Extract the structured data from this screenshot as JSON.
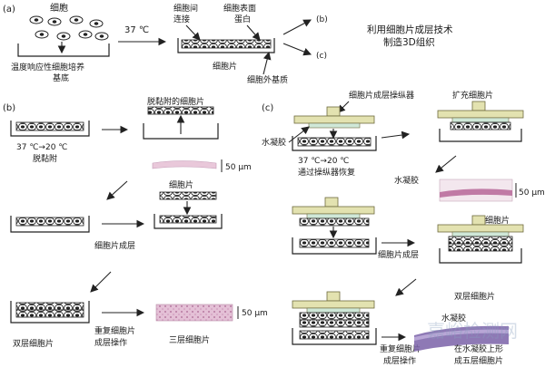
{
  "panel_a": {
    "tag": "(a)",
    "cells": "细胞",
    "substrate": "温度响应性细胞培养基底",
    "temp": "37 ℃",
    "cell_junction": "细胞间连接",
    "surface_protein": "细胞表面蛋白",
    "cell_sheet": "细胞片",
    "ecm": "细胞外基质",
    "to_b": "(b)",
    "to_c": "(c)",
    "summary": "利用细胞片成层技术制造3D组织"
  },
  "panel_b": {
    "tag": "(b)",
    "temp_shift": "37 ℃→20 ℃",
    "detach": "脱黏附",
    "detached_sheet": "脱黏附的细胞片",
    "scale_50": "50 μm",
    "cell_sheet": "细胞片",
    "layering": "细胞片成层",
    "double_sheet": "双层细胞片",
    "repeat": "重复细胞片成层操作",
    "triple_sheet": "三层细胞片",
    "scale_50b": "50 μm"
  },
  "panel_c": {
    "tag": "(c)",
    "manipulator": "细胞片成层操纵器",
    "expanded": "扩充细胞片",
    "hydrogel": "水凝胶",
    "temp_shift": "37 ℃→20 ℃",
    "recover": "通过操纵器恢复",
    "hydrogel2": "水凝胶",
    "scale_50": "50 μm",
    "cell_sheet": "细胞片",
    "layering": "细胞片成层",
    "double_sheet": "双层细胞片",
    "repeat": "重复细胞片成层操作",
    "hydrogel3": "水凝胶",
    "five_layer": "在水凝胶上形成五层细胞片"
  },
  "watermark": "嘉峪检测网",
  "colors": {
    "cell_fill": "#ffffff",
    "nucleus": "#222222",
    "manipulator": "#e3e2b0",
    "manipulator_stroke": "#6e6a3e",
    "tissue_pink": "#d9a8c6",
    "tissue_purple": "#7a62a8",
    "stripe": "#cfe8d8"
  }
}
